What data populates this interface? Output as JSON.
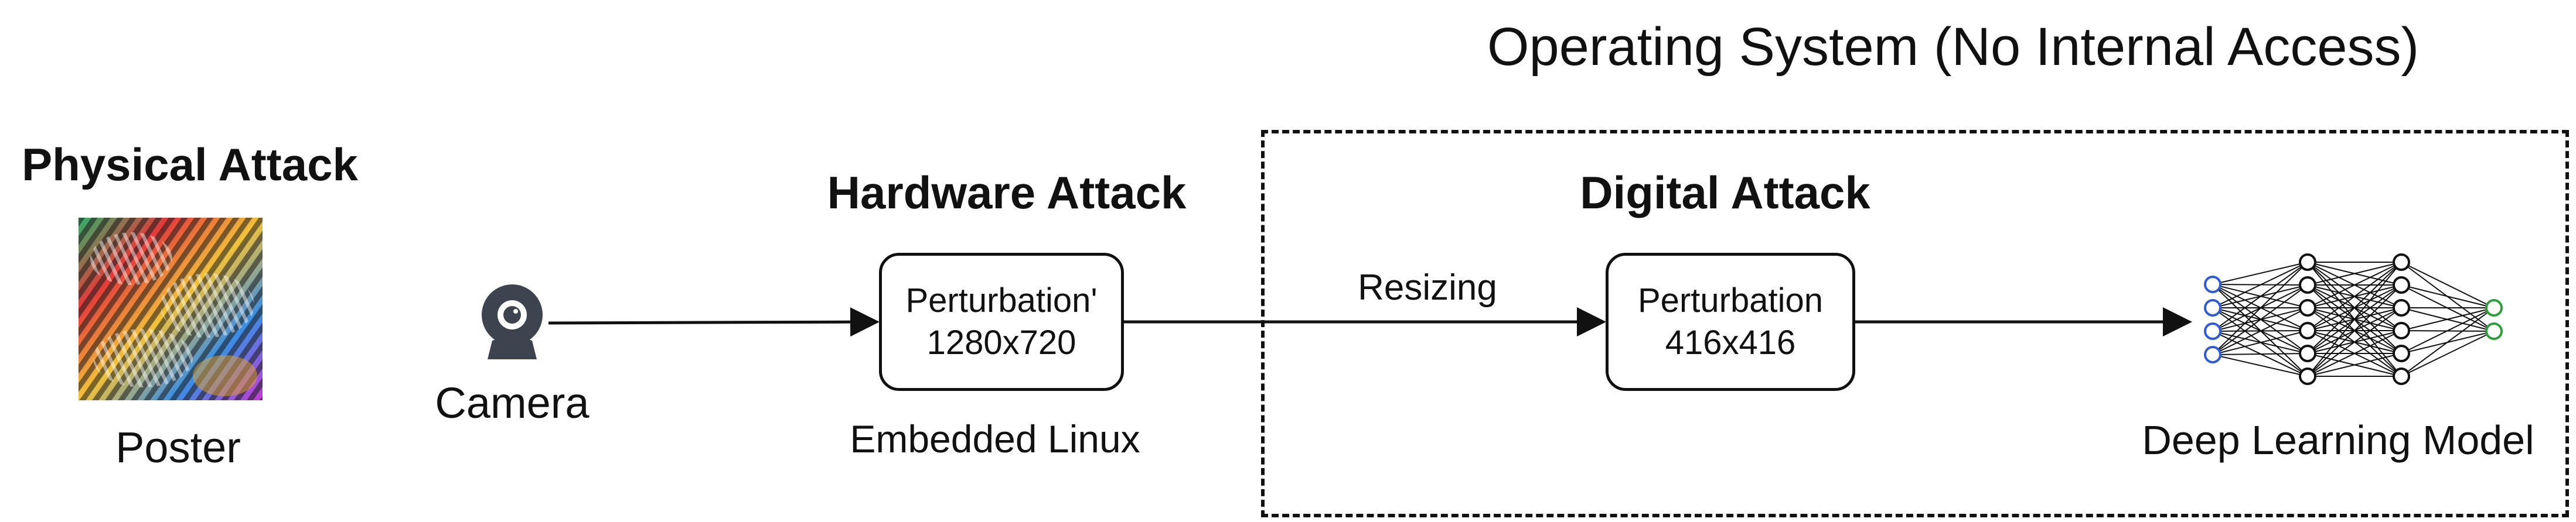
{
  "os_region": {
    "label": "Operating System (No Internal Access)"
  },
  "physical": {
    "title": "Physical Attack",
    "caption": "Poster"
  },
  "camera": {
    "label": "Camera"
  },
  "hardware": {
    "title": "Hardware Attack",
    "box_line1": "Perturbation'",
    "box_line2": "1280x720",
    "caption": "Embedded Linux"
  },
  "edge": {
    "label": "Resizing"
  },
  "digital": {
    "title": "Digital Attack",
    "box_line1": "Perturbation",
    "box_line2": "416x416"
  },
  "model": {
    "caption": "Deep Learning Model"
  },
  "colors": {
    "line": "#111111",
    "input_node": "#2e5bd6",
    "output_node": "#2e9e3a",
    "camera_icon": "#3d4450"
  }
}
